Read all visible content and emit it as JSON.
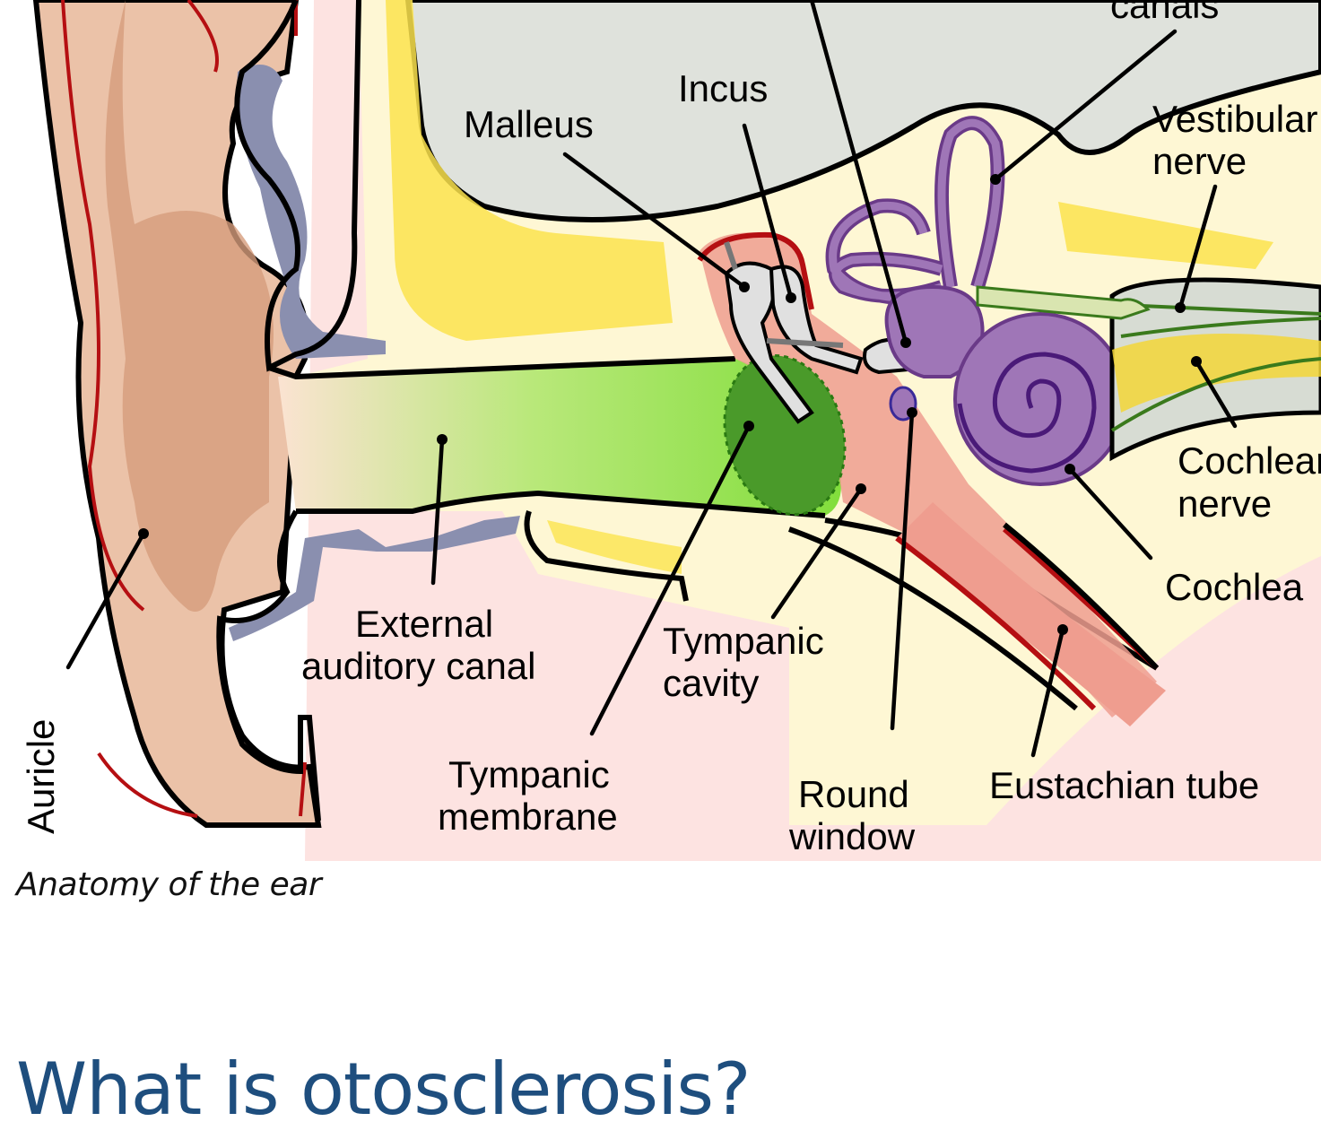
{
  "figure": {
    "labels": {
      "canals": "canals",
      "malleus": "Malleus",
      "incus": "Incus",
      "vestibular_1": "Vestibular",
      "vestibular_2": "nerve",
      "cochlear_nerve_1": "Cochlear",
      "cochlear_nerve_2": "nerve",
      "cochlea": "Cochlea",
      "external_1": "External",
      "external_2": "auditory canal",
      "tympanic_cavity_1": "Tympanic",
      "tympanic_cavity_2": "cavity",
      "tympanic_membrane_1": "Tympanic",
      "tympanic_membrane_2": "membrane",
      "round_window_1": "Round",
      "round_window_2": "window",
      "eustachian": "Eustachian tube",
      "auricle": "Auricle"
    },
    "caption": "Anatomy of the ear"
  },
  "article": {
    "heading": "What is otosclerosis?",
    "heading_color": "#1e4e7e"
  },
  "colors": {
    "skin": "#ebc2a8",
    "skin_fold": "#d69c7c",
    "skin_pink": "#fde3e1",
    "bone": "#fef7d4",
    "canal_green": "#90e356",
    "membrane": "#4a9a2a",
    "cochlea_purple": "#9f76b7",
    "eustachian_red": "#ef9d8f",
    "vessel": "#b50f12",
    "cartilage": "#8a8faf",
    "nerve_green": "#3a7a1c",
    "skull_grey": "#dfe2dc",
    "yellow": "#fbe34e"
  }
}
